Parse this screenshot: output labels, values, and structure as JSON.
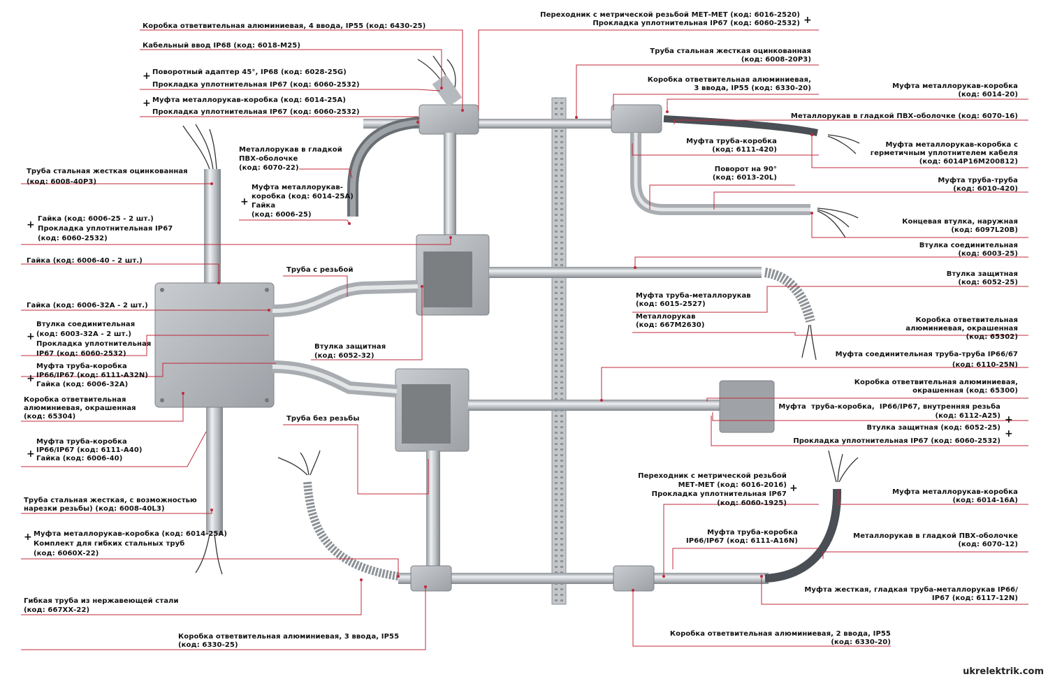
{
  "colors": {
    "leader": "#c0283a",
    "conduit": "#c8ccd0",
    "box": "#a9adb1"
  },
  "watermark": "ukrelektrik.com",
  "labels": {
    "l01": "Коробка ответвительная алюминиевая, 4 ввода, IP55 (код: 6430-25)",
    "l02": "Кабельный ввод IP68 (код: 6018-М25)",
    "l03a": "Поворотный адаптер 45°, IP68 (код: 6028-25G)",
    "l03b": "Прокладка уплотнительная IP67 (код: 6060-2532)",
    "l04a": "Муфта металлорукав-коробка (код: 6014-25А)",
    "l04b": "Прокладка уплотнительная IP67 (код: 6060-2532)",
    "l05": "Металлорукав в гладкой\nПВХ-оболочке\n(код: 6070-22)",
    "l06": "Труба стальная жесткая оцинкованная\n(код: 6008-40Р3)",
    "l07": "Муфта металлорукав-\nкоробка (код: 6014-25А)\nГайка\n(код: 6006-25)",
    "l08": "Гайка (код: 6006-25 - 2 шт.)\nПрокладка уплотнительная IP67\n(код: 6060-2532)",
    "l09": "Гайка (код: 6006-40 - 2 шт.)",
    "l10": "Труба с резьбой",
    "l11": "Гайка (код: 6006-32А - 2 шт.)",
    "l12": "Втулка соединительная\n(код: 6003-32А - 2 шт.)\nПрокладка уплотнительная\nIP67 (код: 6060-2532)",
    "l13": "Втулка защитная\n(код: 6052-32)",
    "l14": "Муфта труба-коробка\nIP66/IP67 (код: 6111-А32N)\nГайка (код: 6006-32А)",
    "l15": "Коробка ответвительная\nалюминиевая, окрашенная\n(код: 65304)",
    "l16": "Труба без резьбы",
    "l17": "Муфта труба-коробка\nIP66/IP67 (код: 6111-А40)\nГайка (код: 6006-40)",
    "l18": "Труба стальная жесткая, с возможностью\nнарезки резьбы) (код: 6008-40L3)",
    "l19": "Муфта металлорукав-коробка (код: 6014-25А)\nКомплект для гибких стальных труб\n(код: 6060Х-22)",
    "l20": "Гибкая труба из нержавеющей стали\n(код: 667ХХ-22)",
    "l21": "Коробка ответвительная алюминиевая, 3 ввода, IP55\n(код: 6330-25)",
    "r01": "Переходник с метрической резьбой МЕТ-МЕТ (код: 6016-2520)\nПрокладка уплотнительная IP67 (код: 6060-2532)",
    "r02": "Труба стальная жесткая оцинкованная\n(код: 6008-20Р3)",
    "r03": "Коробка ответвительная алюминиевая,\n3 ввода, IP55 (код: 6330-20)",
    "r04": "Муфта металлорукав-коробка\n(код: 6014-20)",
    "r05": "Металлорукав в гладкой ПВХ-оболочке (код: 6070-16)",
    "r06": "Муфта труба-коробка\n(код: 6111-420)",
    "r07": "Муфта металлорукав-коробка с\nгерметичным уплотнителем кабеля\n(код: 6014Р16М200812)",
    "r08": "Поворот на 90°\n(код: 6013-20L)",
    "r09": "Муфта труба-труба\n(код: 6010-420)",
    "r10": "Концевая втулка, наружная\n(код: 6097L20В)",
    "r11": "Втулка соединительная\n(код: 6003-25)",
    "r12": "Втулка защитная\n(код: 6052-25)",
    "r13": "Муфта труба-металлорукав\n(код: 6015-2527)",
    "r14": "Металлорукав\n(код: 667М2630)",
    "r15": "Коробка ответвительная\nалюминиевая, окрашенная\n(код: 65302)",
    "r16": "Муфта соединительная труба-труба IP66/67\n(код: 6110-25N)",
    "r17": "Коробка ответвительная алюминиевая,\nокрашенная (код: 65300)",
    "r18": "Муфта  труба-коробка,  IP66/IP67, внутренняя резьба\n(код: 6112-А25)",
    "r19": "Втулка защитная (код: 6052-25)",
    "r20": "Прокладка уплотнительная IP67 (код: 6060-2532)",
    "r21": "Переходник с метрической резьбой\nМЕТ-МЕТ (код: 6016-2016)\nПрокладка уплотнительная IP67\n(код: 6060-1925)",
    "r22": "Муфта металлорукав-коробка\n(код: 6014-16А)",
    "r23": "Муфта труба-коробка\nIP66/IP67 (код: 6111-А16N)",
    "r24": "Металлорукав в гладкой ПВХ-оболочке\n(код: 6070-12)",
    "r25": "Муфта жесткая, гладкая труба-металлорукав IP66/\nIP67 (код: 6117-12N)",
    "r26": "Коробка ответвительная алюминиевая, 2 ввода, IP55\n(код: 6330-20)"
  }
}
